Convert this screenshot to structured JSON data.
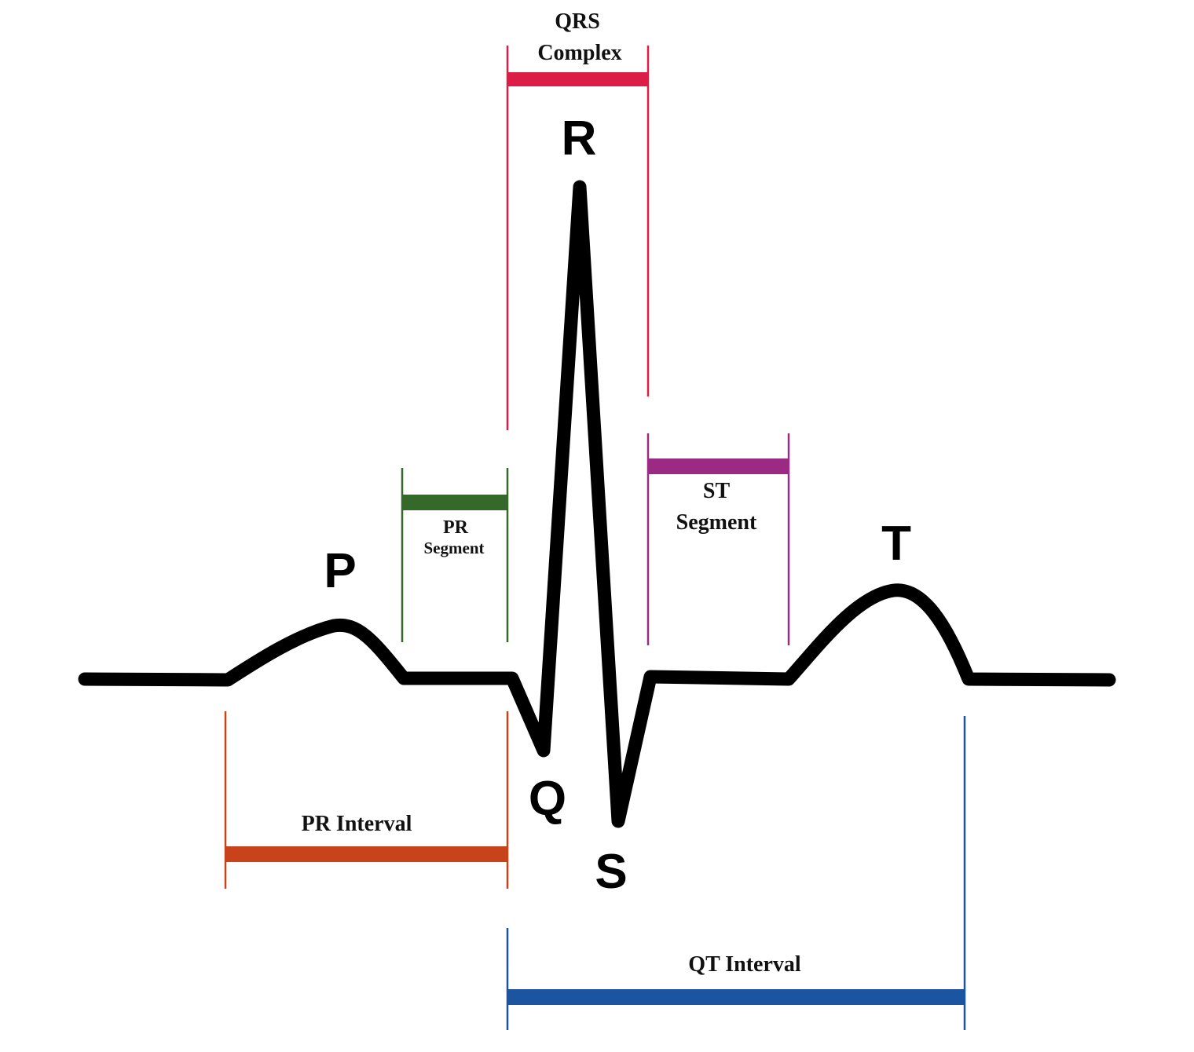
{
  "waves": {
    "p": "P",
    "q": "Q",
    "r": "R",
    "s": "S",
    "t": "T"
  },
  "brackets": {
    "qrs_complex": {
      "line1": "QRS",
      "line2": "Complex",
      "color": "#dc1e46"
    },
    "pr_segment": {
      "line1": "PR",
      "line2": "Segment",
      "color": "#35692a"
    },
    "st_segment": {
      "line1": "ST",
      "line2": "Segment",
      "color": "#9b2a82"
    },
    "pr_interval": {
      "label": "PR Interval",
      "color": "#c8421a"
    },
    "qt_interval": {
      "label": "QT Interval",
      "color": "#1b54a0"
    }
  },
  "colors": {
    "trace": "#000000",
    "background": "#ffffff"
  }
}
